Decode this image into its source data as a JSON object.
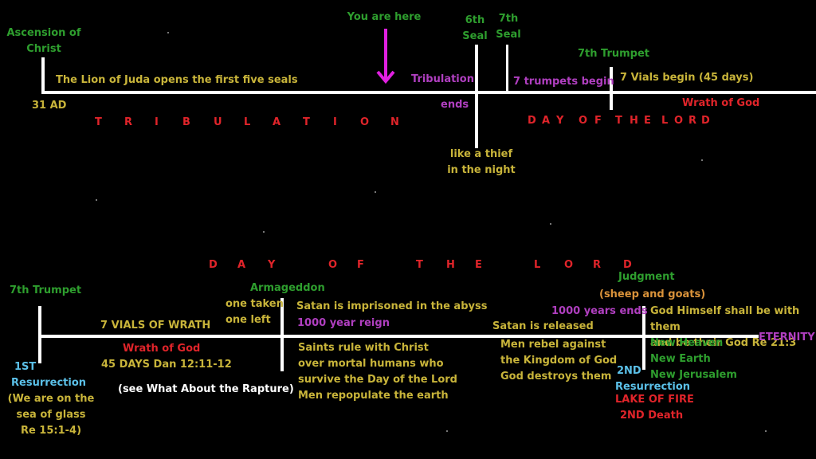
{
  "colors": {
    "green": "#2e9e2e",
    "yellow": "#c8b43a",
    "purple": "#b03fc0",
    "red": "#e0242a",
    "blue": "#5bc0e8",
    "arrow": "#e020e0"
  },
  "top": {
    "ascension": "Ascension of\nChrist",
    "you_are_here": "You are here",
    "sixth_seal": "6th\nSeal",
    "seventh_seal": "7th\nSeal",
    "seventh_trumpet": "7th Trumpet",
    "lion_seals": "The Lion of Juda opens the first five seals",
    "tribulation_ends_a": "Tribulation",
    "tribulation_ends_b": "ends",
    "seven_trumpets": "7 trumpets begin",
    "seven_vials": "7 Vials begin (45 days)",
    "ad31": "31 AD",
    "wrath": "Wrath of God",
    "tribulation_spaced": [
      "T",
      "R",
      "I",
      "B",
      "U",
      "L",
      "A",
      "T",
      "I",
      "O",
      "N"
    ],
    "day_of_lord_spaced": [
      "D",
      "A",
      "Y",
      "O",
      "F",
      "T",
      "H",
      "E",
      "L",
      "O",
      "R",
      "D"
    ],
    "thief": "like a thief\nin the night"
  },
  "bottom": {
    "day_of_lord_spaced": [
      "D",
      "A",
      "Y",
      "O",
      "F",
      "T",
      "H",
      "E",
      "L",
      "O",
      "R",
      "D"
    ],
    "seventh_trumpet": "7th Trumpet",
    "armageddon": "Armageddon",
    "one_taken": "one taken\none left",
    "satan_imprisoned": "Satan is imprisoned in the abyss",
    "reign": "1000 year reign",
    "judgment": "Judgment",
    "sheep_goats": "(sheep and goats)",
    "thousand_ends": "1000 years ends",
    "god_himself": "God Himself shall be with them\nand be their God  Re 21:3",
    "vials_of_wrath": "7 VIALS OF WRATH",
    "satan_released": "Satan is released",
    "eternity": "ETERNITY",
    "first_res_a": "1ST",
    "first_res_b": "Resurrection",
    "wrath": "Wrath of God",
    "days45": "45 DAYS Dan 12:11-12",
    "saints_rule": "Saints rule with Christ\nover mortal humans who\nsurvive the Day of the Lord\nMen repopulate the earth",
    "men_rebel": "Men rebel against\nthe Kingdom of God\nGod destroys them",
    "new_things": "New Heaven\nNew Earth\nNew Jerusalem",
    "second_res_a": "2ND",
    "second_res_b": "Resurrection",
    "lake_of_fire": "LAKE OF FIRE",
    "second_death": "2ND Death",
    "rapture": "(see What About the Rapture)",
    "sea_of_glass": "(We are on the\nsea of glass\nRe 15:1-4)"
  }
}
